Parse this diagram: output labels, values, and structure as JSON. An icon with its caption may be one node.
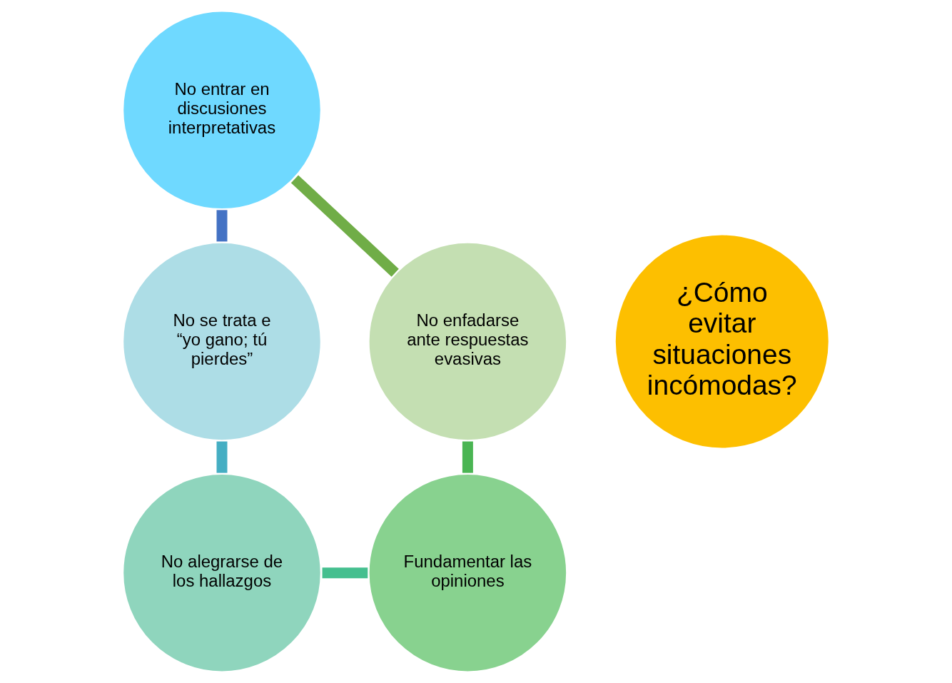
{
  "diagram": {
    "nodes": [
      {
        "text": [
          "No entrar en discusiones interpretativas"
        ]
      },
      {
        "text": [
          "No se trata e “yo gano; tú pierdes”"
        ]
      },
      {
        "text": [
          "No alegrarse de los hallazgos"
        ]
      },
      {
        "text": [
          "Fundamentar las opiniones"
        ]
      },
      {
        "text": [
          "No enfadarse ante respuestas evasivas"
        ]
      },
      {
        "text": [
          "¿Cómo evitar situaciones incómodas?"
        ]
      }
    ],
    "edges": [
      {
        "from": 0,
        "to": 1,
        "arrow": "none",
        "color": "#4472c4"
      },
      {
        "from": 1,
        "to": 2,
        "arrow": "none",
        "color": "#45aec3"
      },
      {
        "from": 2,
        "to": 3,
        "arrow": "none",
        "color": "#45bf8f"
      },
      {
        "from": 3,
        "to": 4,
        "arrow": "none",
        "color": "#4ab553"
      },
      {
        "from": 4,
        "to": 0,
        "arrow": "none",
        "color": "#70ad47"
      }
    ]
  }
}
